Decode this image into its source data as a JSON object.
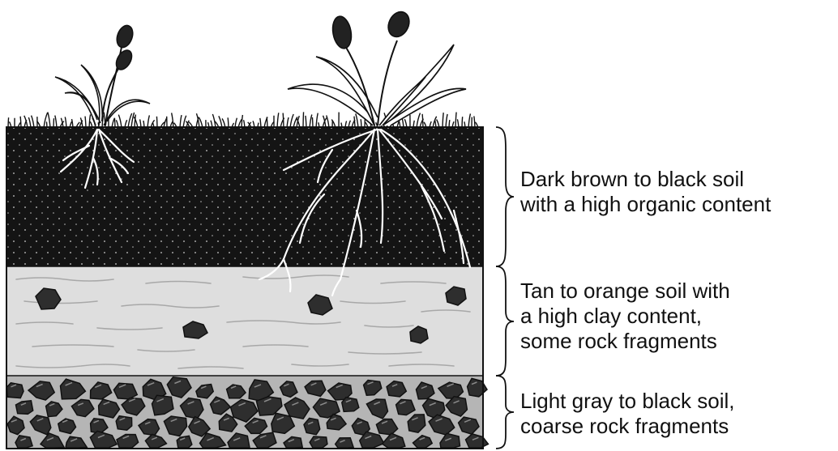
{
  "layers": [
    {
      "id": "topsoil",
      "lines": [
        "Dark brown to black soil",
        "with a high organic content"
      ],
      "color": "#141414"
    },
    {
      "id": "subsoil",
      "lines": [
        "Tan to orange soil with",
        "a high clay content,",
        "some rock fragments"
      ],
      "color": "#dedede"
    },
    {
      "id": "bedrock",
      "lines": [
        "Light gray to black soil,",
        "coarse rock fragments"
      ],
      "color": "#b5b5b5"
    }
  ],
  "colors": {
    "outline": "#111111",
    "root": "#ffffff",
    "rock": "#2e2e2e",
    "rock_highlight": "#8a8a8a"
  },
  "icons": [
    "plant-small-icon",
    "plant-large-icon",
    "root-system-icon",
    "rock-fragment-icon",
    "brace-icon"
  ]
}
